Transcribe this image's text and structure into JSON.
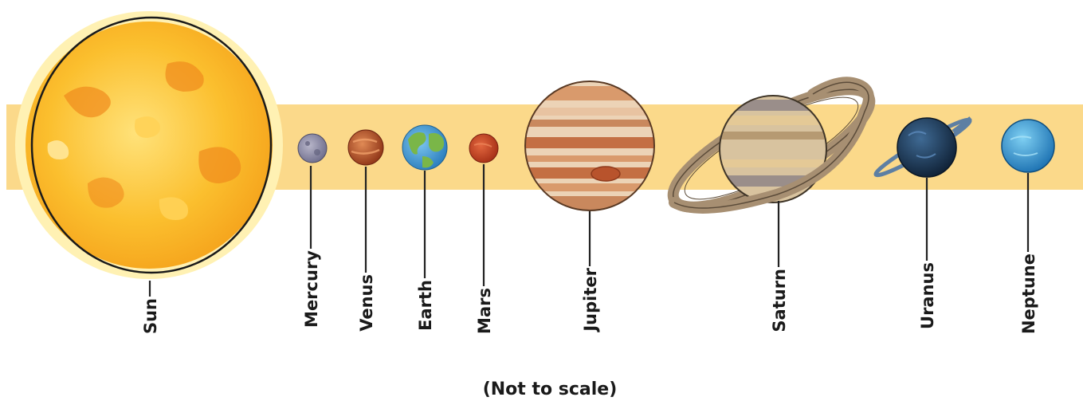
{
  "bodies": [
    {
      "key": "sun",
      "name": "Sun"
    },
    {
      "key": "mercury",
      "name": "Mercury"
    },
    {
      "key": "venus",
      "name": "Venus"
    },
    {
      "key": "earth",
      "name": "Earth"
    },
    {
      "key": "mars",
      "name": "Mars"
    },
    {
      "key": "jupiter",
      "name": "Jupiter"
    },
    {
      "key": "saturn",
      "name": "Saturn"
    },
    {
      "key": "uranus",
      "name": "Uranus"
    },
    {
      "key": "neptune",
      "name": "Neptune"
    }
  ],
  "note": "(Not to scale)",
  "colors": {
    "band": "#fbd98a",
    "sun": "#f9b92c",
    "mercury": "#8f8fb0",
    "venus": "#b5502b",
    "earth": "#3f9fd8",
    "mars": "#c94424",
    "jupiter": "#e3b995",
    "saturn": "#c9b08c",
    "uranus": "#1b3552",
    "neptune": "#2a8fcf"
  }
}
